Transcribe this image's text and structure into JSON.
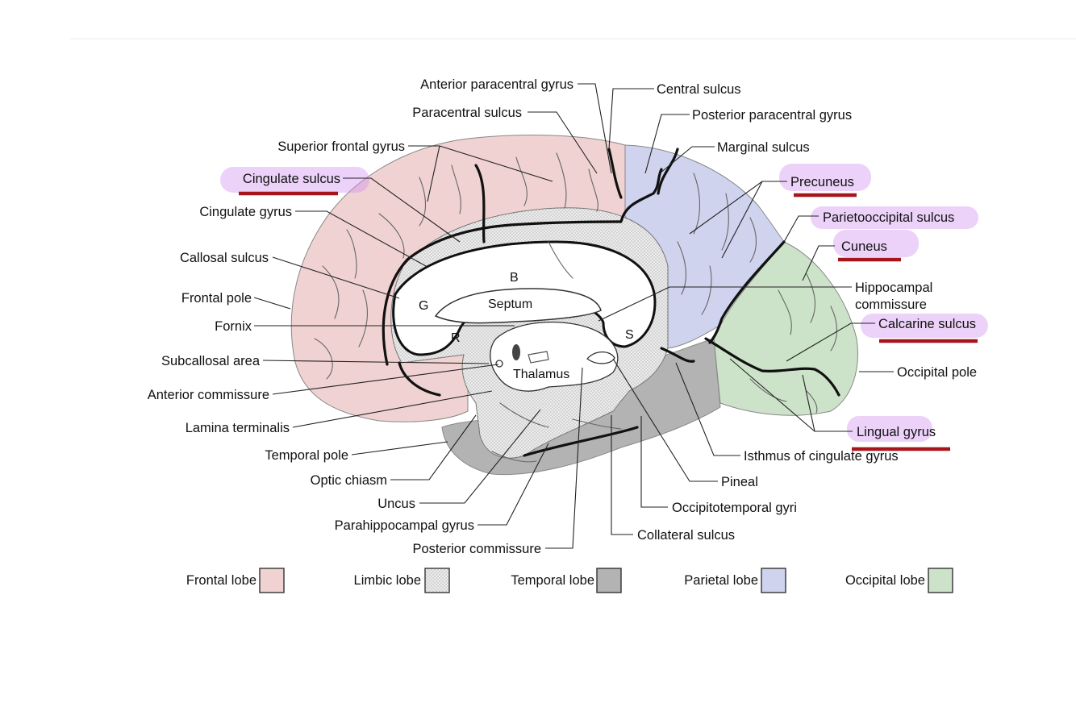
{
  "labels": {
    "anterior_paracentral_gyrus": "Anterior paracentral gyrus",
    "central_sulcus": "Central sulcus",
    "paracentral_sulcus": "Paracentral sulcus",
    "posterior_paracentral_gyrus": "Posterior paracentral gyrus",
    "superior_frontal_gyrus": "Superior frontal gyrus",
    "marginal_sulcus": "Marginal sulcus",
    "cingulate_sulcus": "Cingulate sulcus",
    "precuneus": "Precuneus",
    "cingulate_gyrus": "Cingulate gyrus",
    "parietooccipital_sulcus": "Parietooccipital sulcus",
    "callosal_sulcus": "Callosal sulcus",
    "cuneus": "Cuneus",
    "frontal_pole": "Frontal pole",
    "hippocampal_commissure_1": "Hippocampal",
    "hippocampal_commissure_2": "commissure",
    "fornix": "Fornix",
    "calcarine_sulcus": "Calcarine sulcus",
    "subcallosal_area": "Subcallosal area",
    "occipital_pole": "Occipital pole",
    "anterior_commissure": "Anterior commissure",
    "lamina_terminalis": "Lamina terminalis",
    "lingual_gyrus": "Lingual gyrus",
    "temporal_pole": "Temporal pole",
    "isthmus_of_cingulate_gyrus": "Isthmus of cingulate gyrus",
    "optic_chiasm": "Optic chiasm",
    "pineal": "Pineal",
    "uncus": "Uncus",
    "occipitotemporal_gyri": "Occipitotemporal gyri",
    "parahippocampal_gyrus": "Parahippocampal gyrus",
    "collateral_sulcus": "Collateral sulcus",
    "posterior_commissure": "Posterior commissure"
  },
  "inner_labels": {
    "b": "B",
    "g": "G",
    "septum": "Septum",
    "r": "R",
    "s": "S",
    "thalamus": "Thalamus"
  },
  "legend": [
    {
      "label": "Frontal lobe",
      "color": "#f0d2d2"
    },
    {
      "label": "Limbic lobe",
      "color": "#e8e8e8"
    },
    {
      "label": "Temporal lobe",
      "color": "#b3b3b3"
    },
    {
      "label": "Parietal lobe",
      "color": "#cfd3ee"
    },
    {
      "label": "Occipital lobe",
      "color": "#cde3c9"
    }
  ],
  "colors": {
    "frontal": "#f0d2d2",
    "limbic": "#e8e8e8",
    "temporal": "#b3b3b3",
    "parietal": "#cfd3ee",
    "occipital": "#cde3c9",
    "highlight": "#cc88ee",
    "underline": "#a8141c"
  }
}
